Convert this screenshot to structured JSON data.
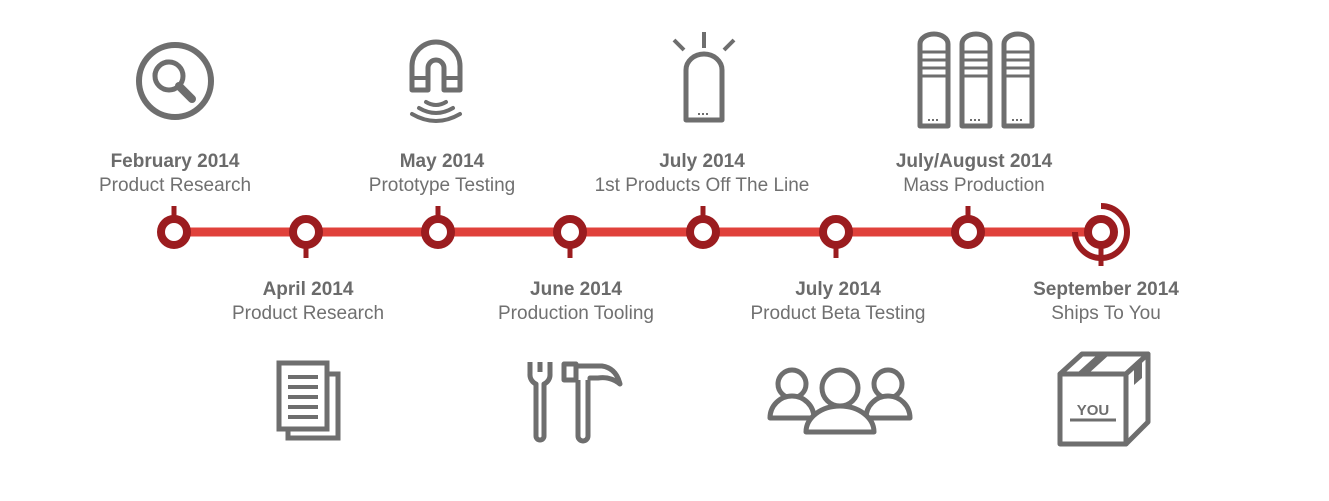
{
  "colors": {
    "line": "#e0413b",
    "node": "#9b1c1f",
    "icon": "#6e6e6e",
    "text": "#6b6b6b"
  },
  "milestones": [
    {
      "date": "February 2014",
      "title": "Product Research",
      "icon": "magnifier-icon"
    },
    {
      "date": "April 2014",
      "title": "Product Research",
      "icon": "document-icon"
    },
    {
      "date": "May 2014",
      "title": "Prototype Testing",
      "icon": "magnet-icon"
    },
    {
      "date": "June 2014",
      "title": "Production Tooling",
      "icon": "tools-icon"
    },
    {
      "date": "July 2014",
      "title": "1st Products Off The Line",
      "icon": "device-icon"
    },
    {
      "date": "July 2014",
      "title": "Product Beta Testing",
      "icon": "people-icon"
    },
    {
      "date": "July/August 2014",
      "title": "Mass Production",
      "icon": "devices-icon"
    },
    {
      "date": "September 2014",
      "title": "Ships To You",
      "icon": "box-icon"
    }
  ],
  "box_label": "YOU"
}
